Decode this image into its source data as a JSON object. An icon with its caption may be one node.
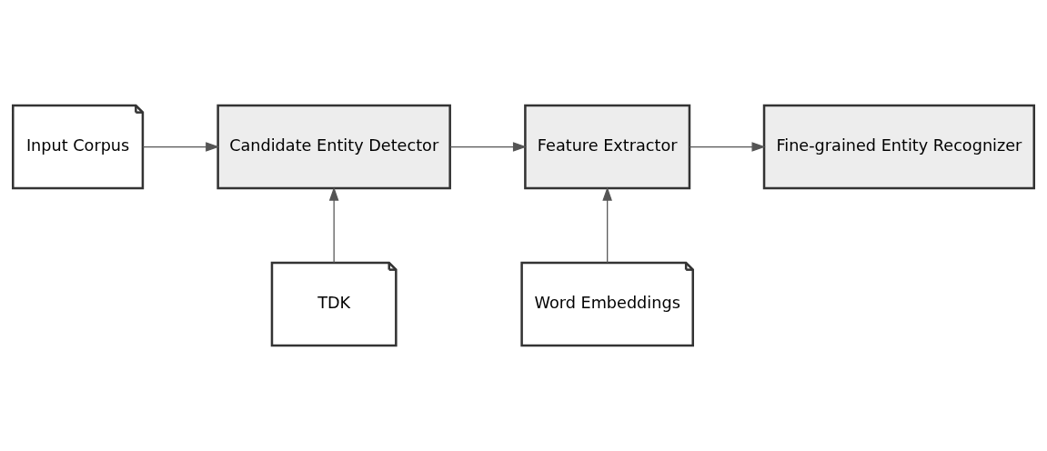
{
  "diagram": {
    "nodes": [
      {
        "text": [
          "Input Corpus"
        ]
      },
      {
        "text": [
          "Candidate Entity Detector"
        ]
      },
      {
        "text": [
          "Feature Extractor"
        ]
      },
      {
        "text": [
          "Fine-grained Entity Recognizer"
        ]
      },
      {
        "text": [
          "TDK"
        ]
      },
      {
        "text": [
          "Word Embeddings"
        ]
      }
    ],
    "edges": [
      {
        "from": 0,
        "to": 1,
        "arrow": "to"
      },
      {
        "from": 1,
        "to": 2,
        "arrow": "to"
      },
      {
        "from": 2,
        "to": 3,
        "arrow": "to"
      },
      {
        "from": 4,
        "to": 1,
        "arrow": "to"
      },
      {
        "from": 5,
        "to": 2,
        "arrow": "to"
      }
    ]
  }
}
